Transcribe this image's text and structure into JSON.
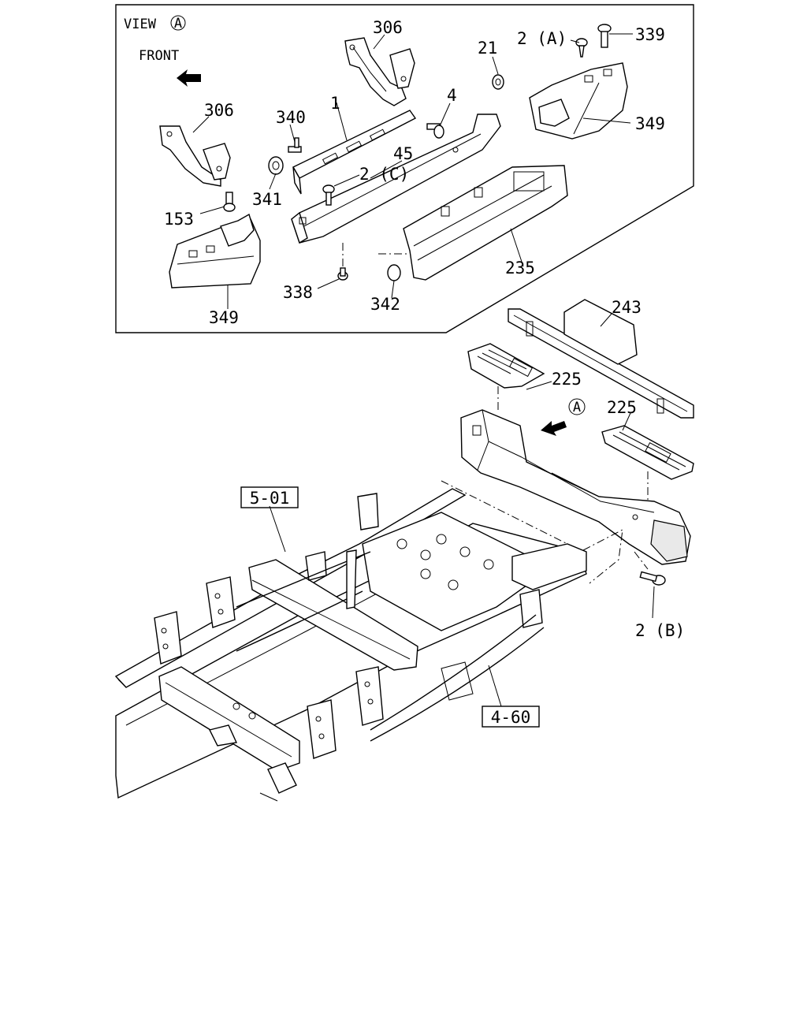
{
  "view": {
    "title": "VIEW",
    "marker": "A"
  },
  "front": {
    "label": "FRONT"
  },
  "view_marker": "A",
  "callouts": {
    "c306_top": "306",
    "c306_left": "306",
    "c21": "21",
    "c2A": "2 (A)",
    "c339": "339",
    "c340": "340",
    "c1": "1",
    "c4": "4",
    "c349_right": "349",
    "c45": "45",
    "c2C": "2 (C)",
    "c341": "341",
    "c153": "153",
    "c338": "338",
    "c342": "342",
    "c235": "235",
    "c349_left": "349",
    "c243": "243",
    "c225_top": "225",
    "c225_right": "225",
    "c2B": "2 (B)"
  },
  "refs": {
    "r501": "5-01",
    "r460": "4-60"
  }
}
